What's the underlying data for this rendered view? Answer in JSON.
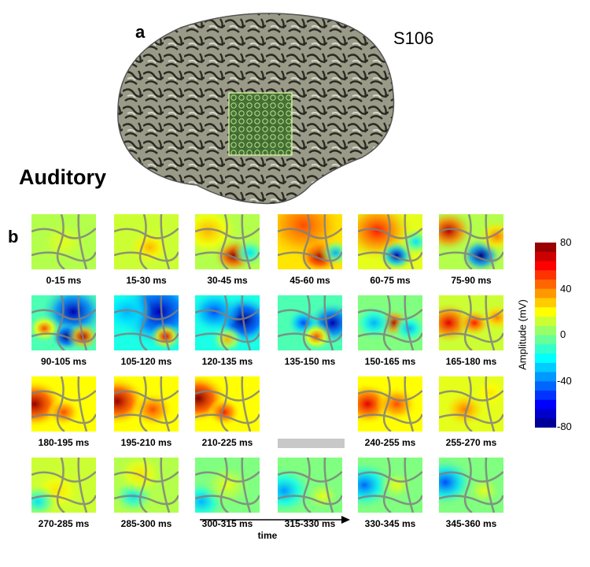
{
  "panel_a": {
    "letter": "a",
    "subject": "S106",
    "condition": "Auditory"
  },
  "panel_b": {
    "letter": "b",
    "windows": [
      "0-15 ms",
      "15-30 ms",
      "30-45 ms",
      "45-60 ms",
      "60-75 ms",
      "75-90 ms",
      "90-105 ms",
      "105-120 ms",
      "120-135 ms",
      "135-150 ms",
      "150-165 ms",
      "165-180 ms",
      "180-195 ms",
      "195-210 ms",
      "210-225 ms",
      "240-255 ms",
      "255-270 ms",
      "270-285 ms",
      "285-300 ms",
      "300-315 ms",
      "315-330 ms",
      "330-345 ms",
      "345-360 ms"
    ],
    "time_label": "time"
  },
  "colorbar": {
    "label": "Amplitude (mV)",
    "ticks": [
      "80",
      "40",
      "0",
      "-40",
      "-80"
    ],
    "range": [
      -80,
      80
    ]
  }
}
